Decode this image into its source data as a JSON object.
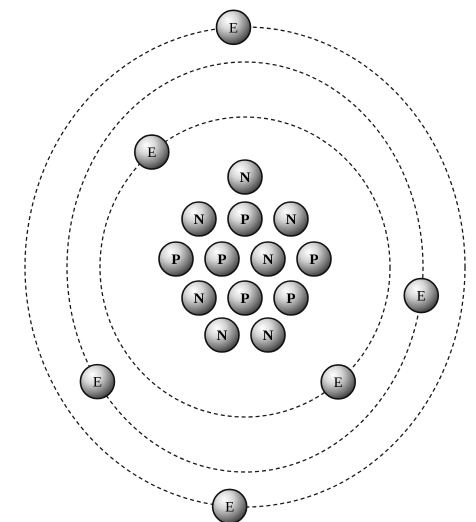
{
  "diagram": {
    "nucleus": {
      "particles": [
        {
          "kind": "neutron",
          "label": "N"
        },
        {
          "kind": "neutron",
          "label": "N"
        },
        {
          "kind": "proton",
          "label": "P"
        },
        {
          "kind": "neutron",
          "label": "N"
        },
        {
          "kind": "proton",
          "label": "P"
        },
        {
          "kind": "proton",
          "label": "P"
        },
        {
          "kind": "neutron",
          "label": "N"
        },
        {
          "kind": "proton",
          "label": "P"
        },
        {
          "kind": "neutron",
          "label": "N"
        },
        {
          "kind": "proton",
          "label": "P"
        },
        {
          "kind": "proton",
          "label": "P"
        },
        {
          "kind": "neutron",
          "label": "N"
        },
        {
          "kind": "neutron",
          "label": "N"
        }
      ]
    },
    "orbits": [
      {
        "shell": "inner"
      },
      {
        "shell": "middle"
      },
      {
        "shell": "outer"
      }
    ],
    "electrons": [
      {
        "shell": "outer",
        "label": "E"
      },
      {
        "shell": "outer",
        "label": "E"
      },
      {
        "shell": "middle",
        "label": "E"
      },
      {
        "shell": "middle",
        "label": "E"
      },
      {
        "shell": "inner",
        "label": "E"
      },
      {
        "shell": "inner",
        "label": "E"
      }
    ]
  }
}
